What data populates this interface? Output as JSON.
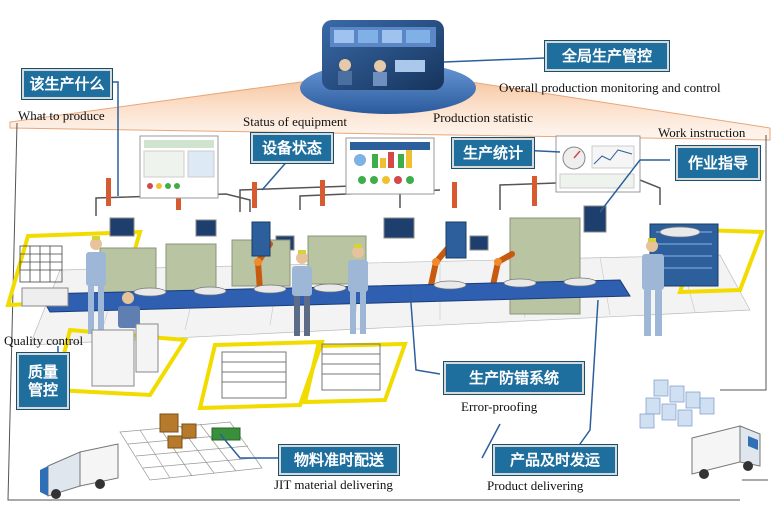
{
  "labels": {
    "global_control": {
      "zh": "全局生产管控",
      "en": "Overall production monitoring and control"
    },
    "what_to_produce": {
      "zh": "该生产什么",
      "en": "What to produce"
    },
    "equipment_status": {
      "zh": "设备状态",
      "en": "Status of equipment"
    },
    "production_stats": {
      "zh": "生产统计",
      "en": "Production statistic"
    },
    "work_instruction": {
      "zh": "作业指导",
      "en": "Work instruction"
    },
    "quality_control": {
      "zh": "质量管控",
      "zh_line1": "质量",
      "zh_line2": "管控",
      "en": "Quality control"
    },
    "error_proofing": {
      "zh": "生产防错系统",
      "en": "Error-proofing"
    },
    "jit_delivery": {
      "zh": "物料准时配送",
      "en": "JIT material delivering"
    },
    "product_delivery": {
      "zh": "产品及时发运",
      "en": "Product delivering"
    }
  },
  "colors": {
    "tag_bg": "#1f6f9e",
    "floor_zone": "#f2dc00",
    "control_ellipse": "#3f75b8",
    "beam": "#f5b98c",
    "machine_green": "#b9c4a2",
    "conveyor_blue": "#2f5fb0"
  }
}
